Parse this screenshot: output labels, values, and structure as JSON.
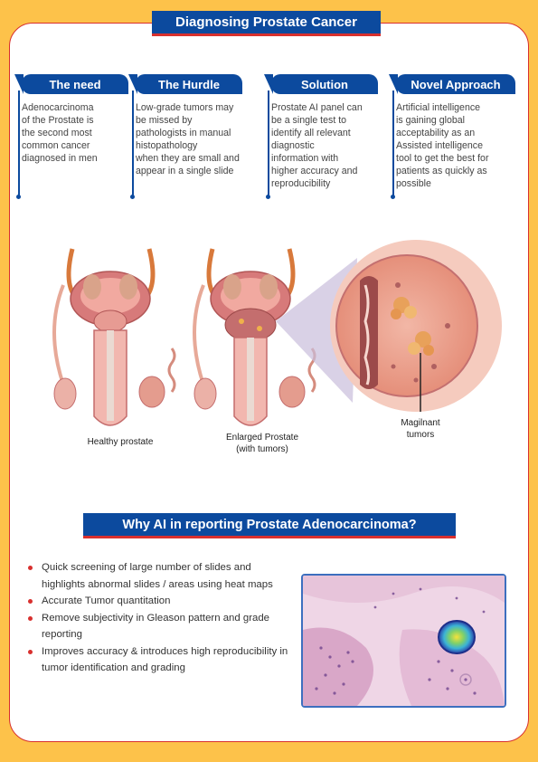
{
  "title": "Diagnosing Prostate Cancer",
  "columns": [
    {
      "heading": "The need",
      "lines": [
        "Adenocarcinoma",
        "of the Prostate is",
        "the second most",
        "common cancer",
        "diagnosed in men"
      ]
    },
    {
      "heading": "The Hurdle",
      "lines": [
        "Low-grade tumors may",
        "be missed by",
        "pathologists in manual",
        "histopathology",
        "when they are small and",
        "appear in a single slide"
      ]
    },
    {
      "heading": "Solution",
      "lines": [
        "Prostate AI panel can",
        "be a single test to",
        "identify all relevant",
        "diagnostic",
        "information with",
        "higher accuracy and",
        "reproducibility"
      ]
    },
    {
      "heading": "Novel Approach",
      "lines": [
        "Artificial intelligence",
        "is gaining global",
        "acceptability as an",
        "Assisted intelligence",
        "tool to get the best for",
        "patients as quickly as",
        "possible"
      ]
    }
  ],
  "captions": {
    "healthy": "Healthy prostate",
    "enlarged_line1": "Enlarged Prostate",
    "enlarged_line2": "(with tumors)",
    "malignant_line1": "Magilnant",
    "malignant_line2": "tumors"
  },
  "subtitle": "Why AI in reporting Prostate Adenocarcinoma?",
  "bullets": [
    "Quick screening of large number of slides and highlights abnormal slides / areas using heat maps",
    "Accurate Tumor quantitation",
    "Remove subjectivity in Gleason pattern and grade reporting",
    "Improves accuracy & introduces high reproducibility in tumor identification and grading"
  ],
  "colors": {
    "background": "#FDC24A",
    "banner": "#0C4A9E",
    "accent": "#D8302E"
  }
}
